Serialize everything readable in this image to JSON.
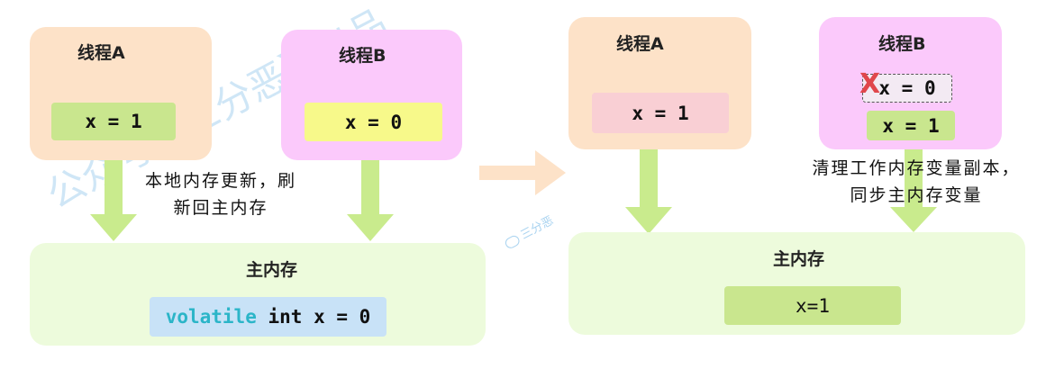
{
  "watermark": {
    "text": "公众号【三分恶】出品",
    "small_text": "三分恶"
  },
  "left": {
    "thread_a": {
      "title": "线程A",
      "value": "x = 1"
    },
    "thread_b": {
      "title": "线程B",
      "value": "x = 0"
    },
    "note": {
      "line1": "本地内存更新，刷",
      "line2": "新回主内存"
    },
    "main_memory": {
      "title": "主内存",
      "code_kw1": "volatile",
      "code_kw2": " int",
      "code_rest": " x = 0"
    }
  },
  "right": {
    "thread_a": {
      "title": "线程A",
      "value": "x = 1"
    },
    "thread_b": {
      "title": "线程B",
      "invalid_value": "x = 0",
      "value": "x = 1",
      "invalid_mark": "X"
    },
    "note": {
      "line1": "清理工作内存变量副本，",
      "line2": "同步主内存变量"
    },
    "main_memory": {
      "title": "主内存",
      "value": "x=1"
    }
  },
  "colors": {
    "thread_a_bg": "#fde2c8",
    "thread_b_bg": "#fbc9fb",
    "main_bg": "#edfbdc",
    "arrow_green": "#c9eb8d",
    "transition_arrow": "#fde2c8",
    "value_green": "#c9e68e",
    "value_yellow": "#f7f98a",
    "value_pink": "#f9cfd4",
    "code_bg": "#c8e2f7"
  }
}
